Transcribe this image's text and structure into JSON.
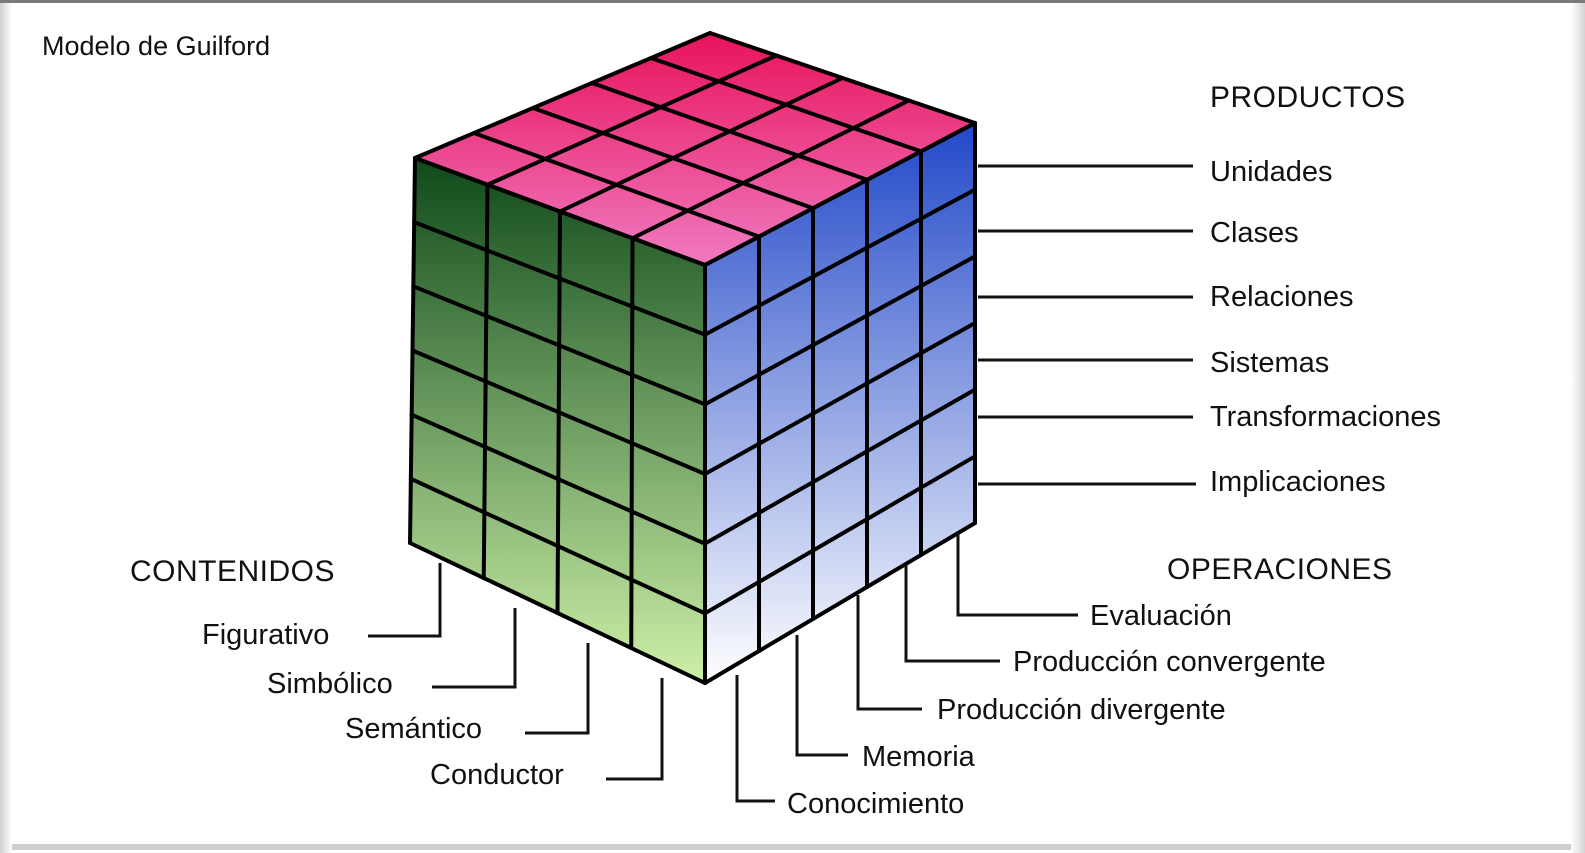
{
  "title": "Modelo de Guilford",
  "productos": {
    "heading": "PRODUCTOS",
    "items": [
      "Unidades",
      "Clases",
      "Relaciones",
      "Sistemas",
      "Transformaciones",
      "Implicaciones"
    ]
  },
  "contenidos": {
    "heading": "CONTENIDOS",
    "items": [
      "Figurativo",
      "Simbólico",
      "Semántico",
      "Conductor"
    ]
  },
  "operaciones": {
    "heading": "OPERACIONES",
    "items": [
      "Evaluación",
      "Producción convergente",
      "Producción divergente",
      "Memoria",
      "Conocimiento"
    ]
  },
  "colors": {
    "top_light": "#f07ac0",
    "top_dark": "#e8135c",
    "left_top": "#0f4a1a",
    "left_bottom": "#cdf0a8",
    "right_top": "#2248c8",
    "right_bottom": "#ffffff",
    "grid": "#000000"
  }
}
